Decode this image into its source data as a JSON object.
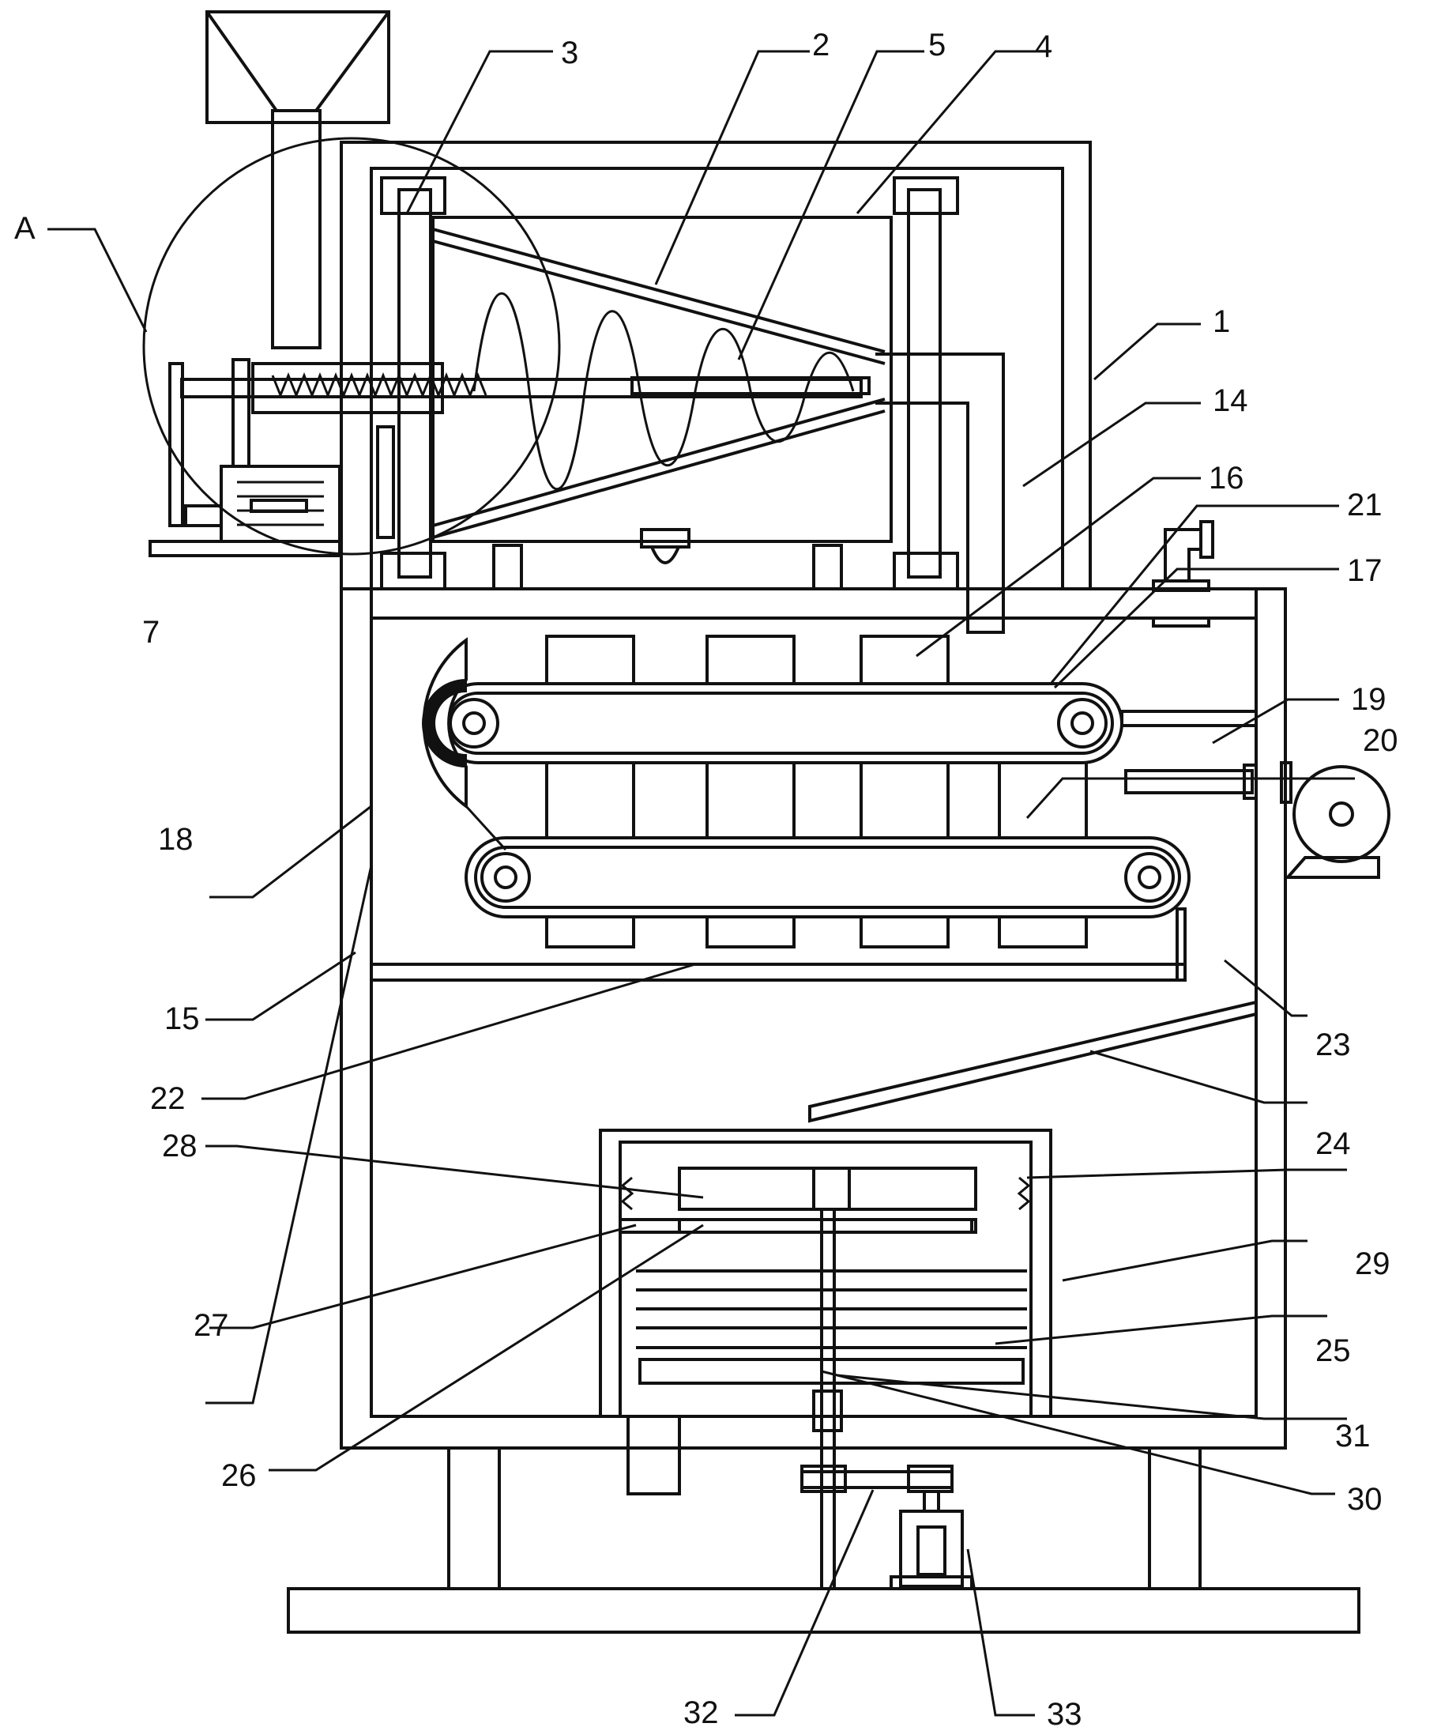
{
  "figure": {
    "labels": {
      "A": "A",
      "n1": "1",
      "n2": "2",
      "n3": "3",
      "n4": "4",
      "n5": "5",
      "n7": "7",
      "n14": "14",
      "n15": "15",
      "n16": "16",
      "n17": "17",
      "n18": "18",
      "n19": "19",
      "n20": "20",
      "n21": "21",
      "n22": "22",
      "n23": "23",
      "n24": "24",
      "n25": "25",
      "n26": "26",
      "n27": "27",
      "n28": "28",
      "n29": "29",
      "n30": "30",
      "n31": "31",
      "n32": "32",
      "n33": "33"
    }
  }
}
